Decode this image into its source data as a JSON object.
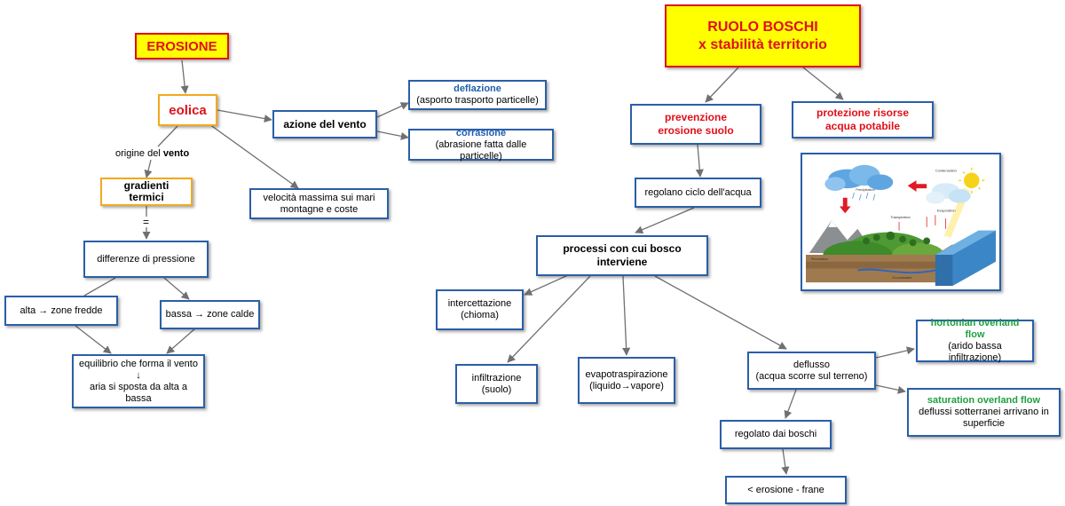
{
  "left": {
    "erosione": "EROSIONE",
    "eolica": "eolica",
    "azione_vento": "azione del vento",
    "deflazione_title": "deflazione",
    "deflazione_desc": "(asporto trasporto particelle)",
    "corrasione_title": "corrasione",
    "corrasione_desc": "(abrasione fatta dalle particelle)",
    "origine_a": "origine del ",
    "origine_b": "vento",
    "velocita_1": "velocità massima sui mari",
    "velocita_2": "montagne e coste",
    "gradienti": "gradienti termici",
    "equals": "=",
    "differenze": "differenze di pressione",
    "alta": "alta → zone fredde",
    "bassa": "bassa → zone calde",
    "equilibrio_1": "equilibrio che forma il vento",
    "equilibrio_arrow": "↓",
    "equilibrio_2": "aria si sposta da alta a",
    "equilibrio_3": "bassa"
  },
  "right": {
    "ruolo_1": "RUOLO BOSCHI",
    "ruolo_2": "x stabilità territorio",
    "prevenzione_1": "prevenzione",
    "prevenzione_2": "erosione suolo",
    "protezione_1": "protezione risorse",
    "protezione_2": "acqua potabile",
    "regolano": "regolano ciclo dell'acqua",
    "processi_1": "processi con cui bosco",
    "processi_2": "interviene",
    "intercettazione_1": "intercettazione",
    "intercettazione_2": "(chioma)",
    "infiltrazione_1": "infiltrazione",
    "infiltrazione_2": "(suolo)",
    "evapo_1": "evapotraspirazione",
    "evapo_2": "(liquido→vapore)",
    "deflusso_1": "deflusso",
    "deflusso_2": "(acqua scorre sul terreno)",
    "hortonian_1": "hortonian overland",
    "hortonian_2": "flow",
    "hortonian_3": "(arido bassa infiltrazione)",
    "saturation_1": "saturation overland flow",
    "saturation_2": "deflussi sotterranei arrivano in",
    "saturation_3": "superficie",
    "regolato": "regolato dai boschi",
    "erosione_frane": "< erosione - frane"
  },
  "illustration": {
    "condensation": "Condensation",
    "precipitation": "Precipitation",
    "evaporation": "Evaporation",
    "transpiration": "Transpiration",
    "percolation": "Percolation",
    "groundwater": "Groundwater"
  },
  "colors": {
    "node_border": "#2a5fa8",
    "orange_border": "#f2a91e",
    "title_fill": "#ffff00",
    "title_text": "#e0101a",
    "blue_text": "#1f5fb0",
    "green_text": "#1fa040",
    "edge": "#707070"
  }
}
